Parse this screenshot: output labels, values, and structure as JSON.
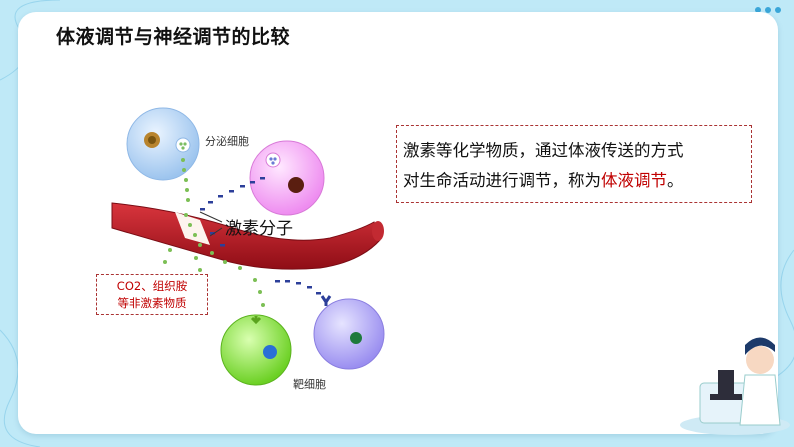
{
  "title": "体液调节与神经调节的比较",
  "labels": {
    "secretory_cell": "分泌细胞",
    "hormone_molecule": "激素分子",
    "non_hormone_1": "CO2、组织胺",
    "non_hormone_2": "等非激素物质",
    "target_cell": "靶细胞"
  },
  "text_box": {
    "line1": "激素等化学物质，通过体液传送的方式",
    "line2_prefix": "对生命活动进行调节，称为",
    "line2_highlight": "体液调节",
    "line2_suffix": "。"
  },
  "colors": {
    "background": "#bfe9f7",
    "highlight": "#c00000",
    "vessel": "#b51a22"
  }
}
